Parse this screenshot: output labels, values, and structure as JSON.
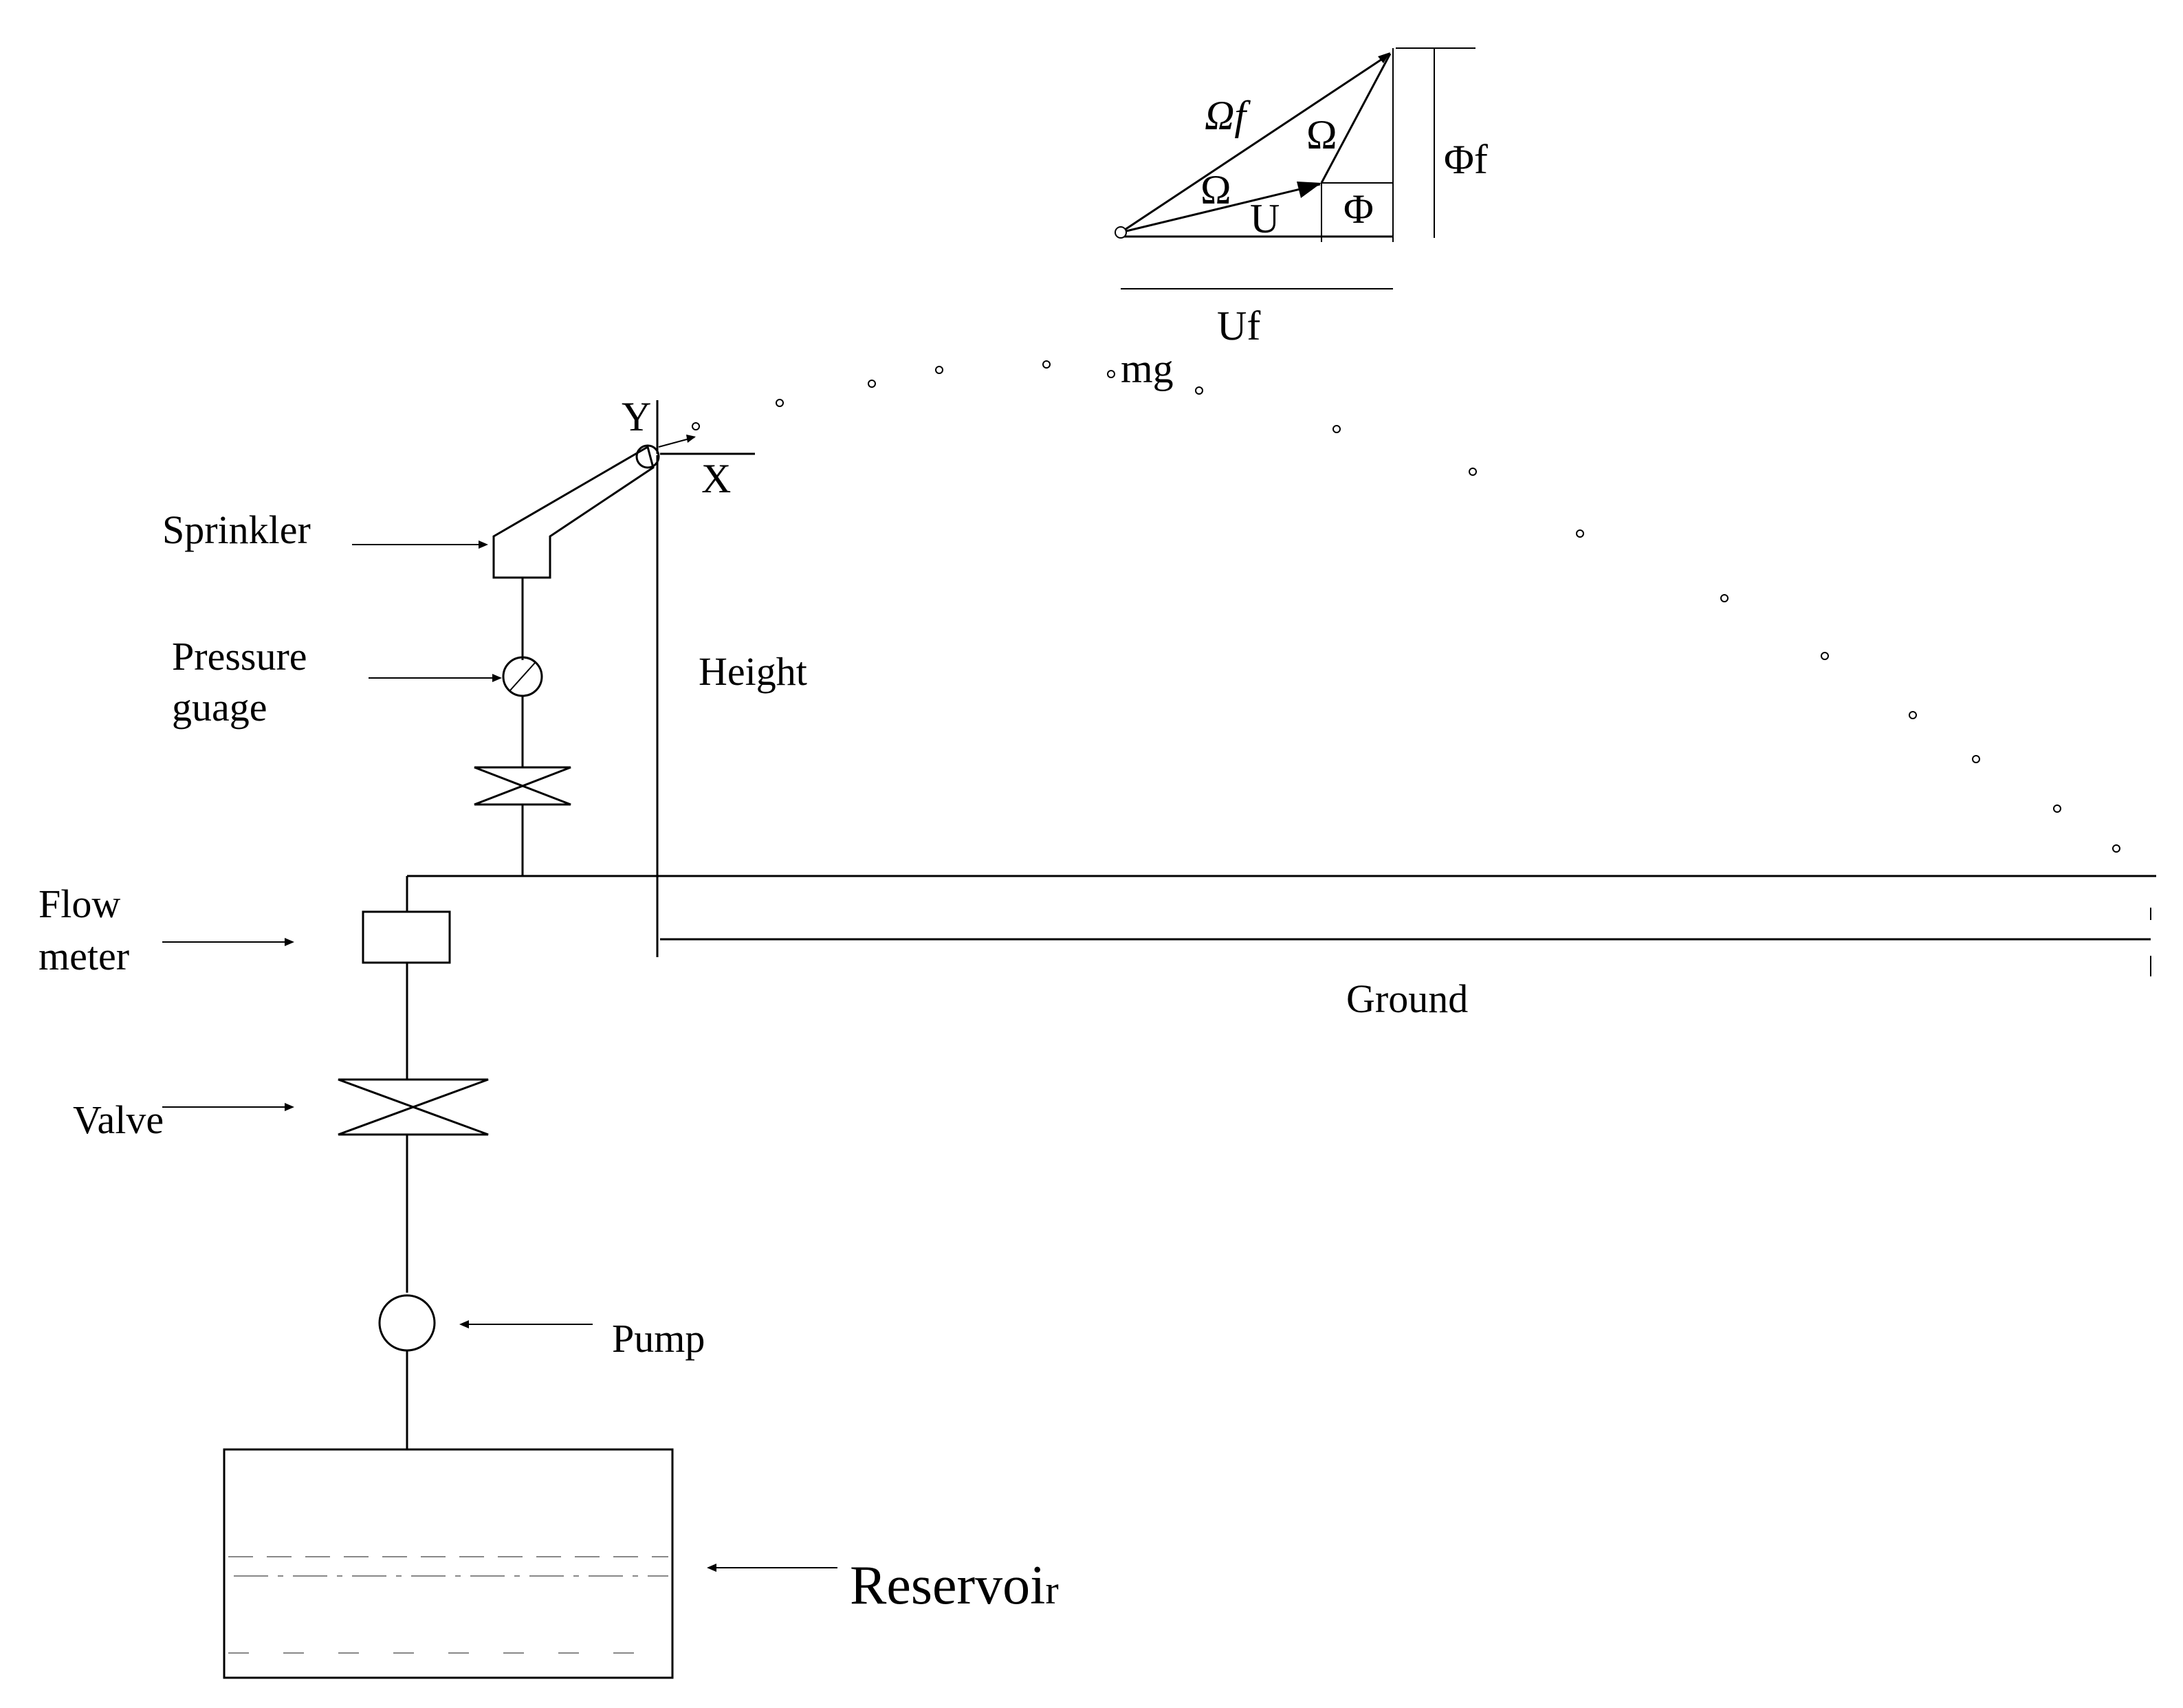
{
  "labels": {
    "sprinkler": "Sprinkler",
    "pressure_line1": "Pressure",
    "pressure_line2": "guage",
    "flow_line1": "Flow",
    "flow_line2": "meter",
    "valve": "Valve",
    "pump": "Pump",
    "reservoir": "Reservoi",
    "reservoir_tail": "r",
    "height": "Height",
    "ground": "Ground",
    "axis_y": "Y",
    "axis_x": "X",
    "mg": "mg"
  },
  "vector_triangle": {
    "omega_f": "Ωf",
    "omega_upper": "Ω",
    "omega_lower": "Ω",
    "u": "U",
    "phi": "Φ",
    "phi_f": "Φf",
    "u_f": "Uf"
  }
}
